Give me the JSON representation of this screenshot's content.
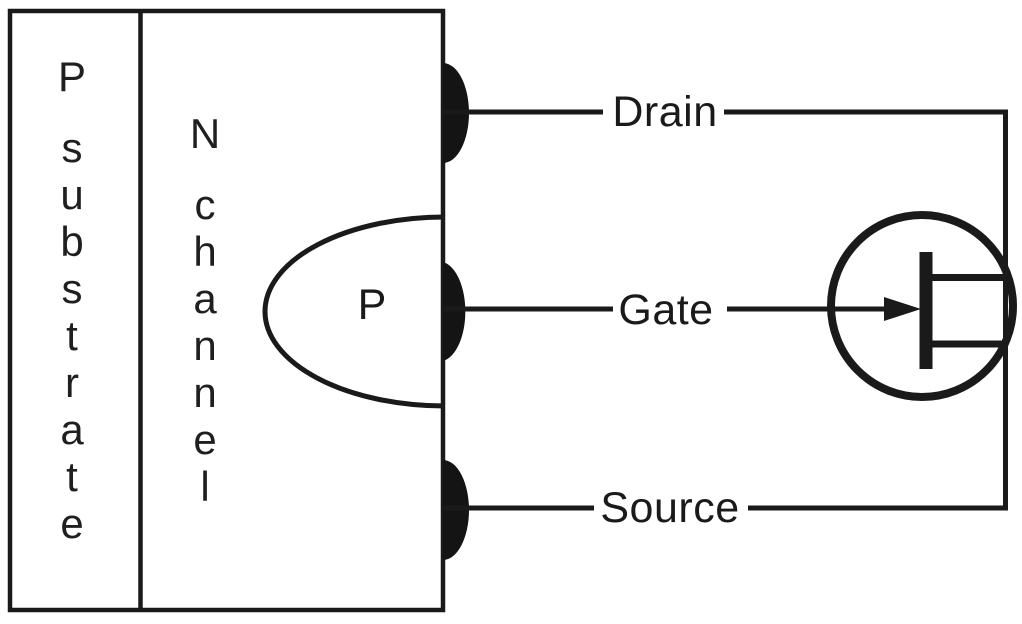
{
  "figure": {
    "kind": "jfet-structure-and-symbol-diagram",
    "colors": {
      "ink": "#1a1a1a",
      "contact_fill": "#141414",
      "background": "#ffffff"
    },
    "structure": {
      "substrate_label": "P substrate",
      "channel_label": "N channel",
      "p_region_label": "P"
    },
    "terminals": {
      "drain": "Drain",
      "gate": "Gate",
      "source": "Source"
    },
    "icons": {
      "jfet_symbol": "n-channel-jfet-circuit-symbol",
      "gate_arrow": "arrow-right"
    }
  }
}
